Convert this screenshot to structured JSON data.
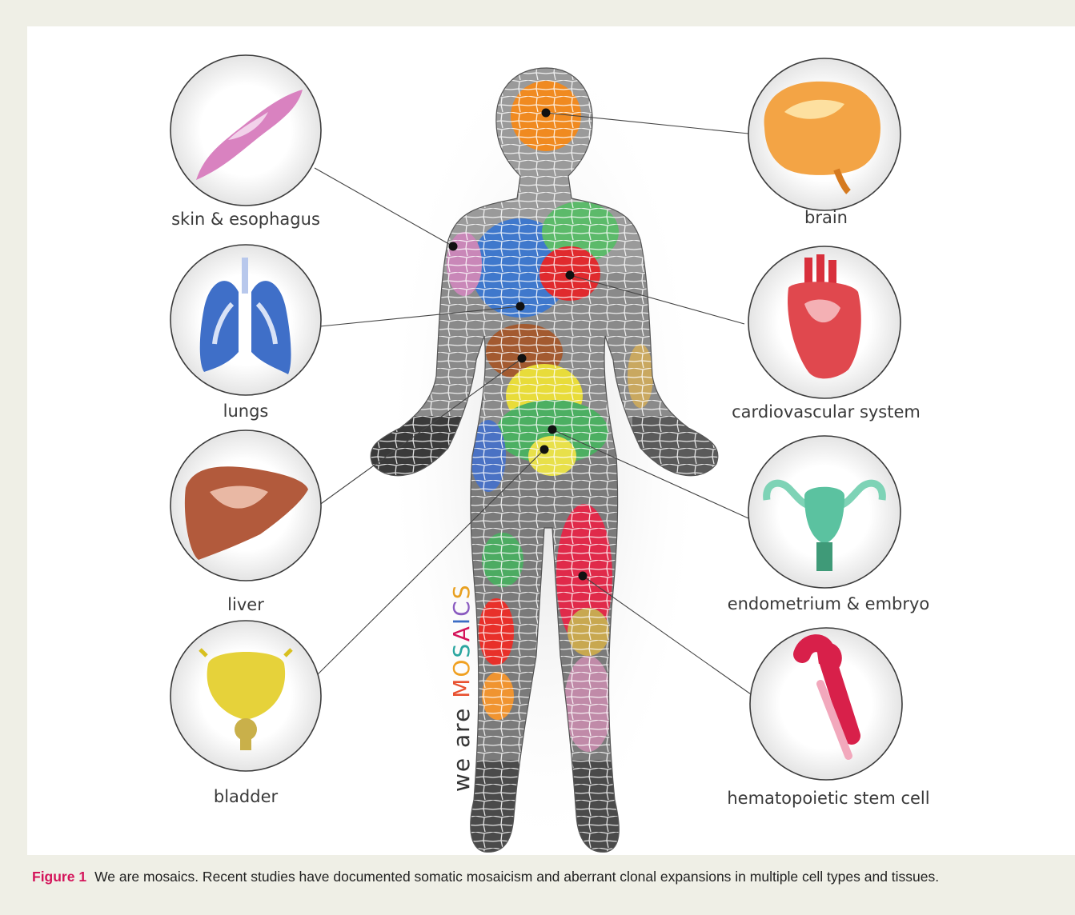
{
  "figure": {
    "label": "Figure 1",
    "caption": "We are mosaics. Recent studies have documented somatic mosaicism and aberrant clonal expansions in multiple cell types and tissues."
  },
  "brand": {
    "prefix": "we are",
    "letters": [
      {
        "char": "M",
        "color": "#e8502f"
      },
      {
        "char": "O",
        "color": "#f0a020"
      },
      {
        "char": "S",
        "color": "#2aa6a0"
      },
      {
        "char": "A",
        "color": "#d4145a"
      },
      {
        "char": "I",
        "color": "#3b6cc4"
      },
      {
        "char": "C",
        "color": "#8a5bc0"
      },
      {
        "char": "S",
        "color": "#e8a020"
      }
    ]
  },
  "organs": {
    "skin": {
      "label": "skin & esophagus",
      "icon": "skin-tissue-icon",
      "color": "#d982c0"
    },
    "lungs": {
      "label": "lungs",
      "icon": "lungs-icon",
      "color": "#3f6fc8"
    },
    "liver": {
      "label": "liver",
      "icon": "liver-icon",
      "color": "#a84a30"
    },
    "bladder": {
      "label": "bladder",
      "icon": "bladder-icon",
      "color": "#e0c020"
    },
    "brain": {
      "label": "brain",
      "icon": "brain-icon",
      "color": "#f09030"
    },
    "heart": {
      "label": "cardiovascular system",
      "icon": "heart-icon",
      "color": "#e0303c"
    },
    "uterus": {
      "label": "endometrium & embryo",
      "icon": "uterus-icon",
      "color": "#60c0a0"
    },
    "bone": {
      "label": "hematopoietic stem cell",
      "icon": "bone-icon",
      "color": "#d8204a"
    }
  }
}
